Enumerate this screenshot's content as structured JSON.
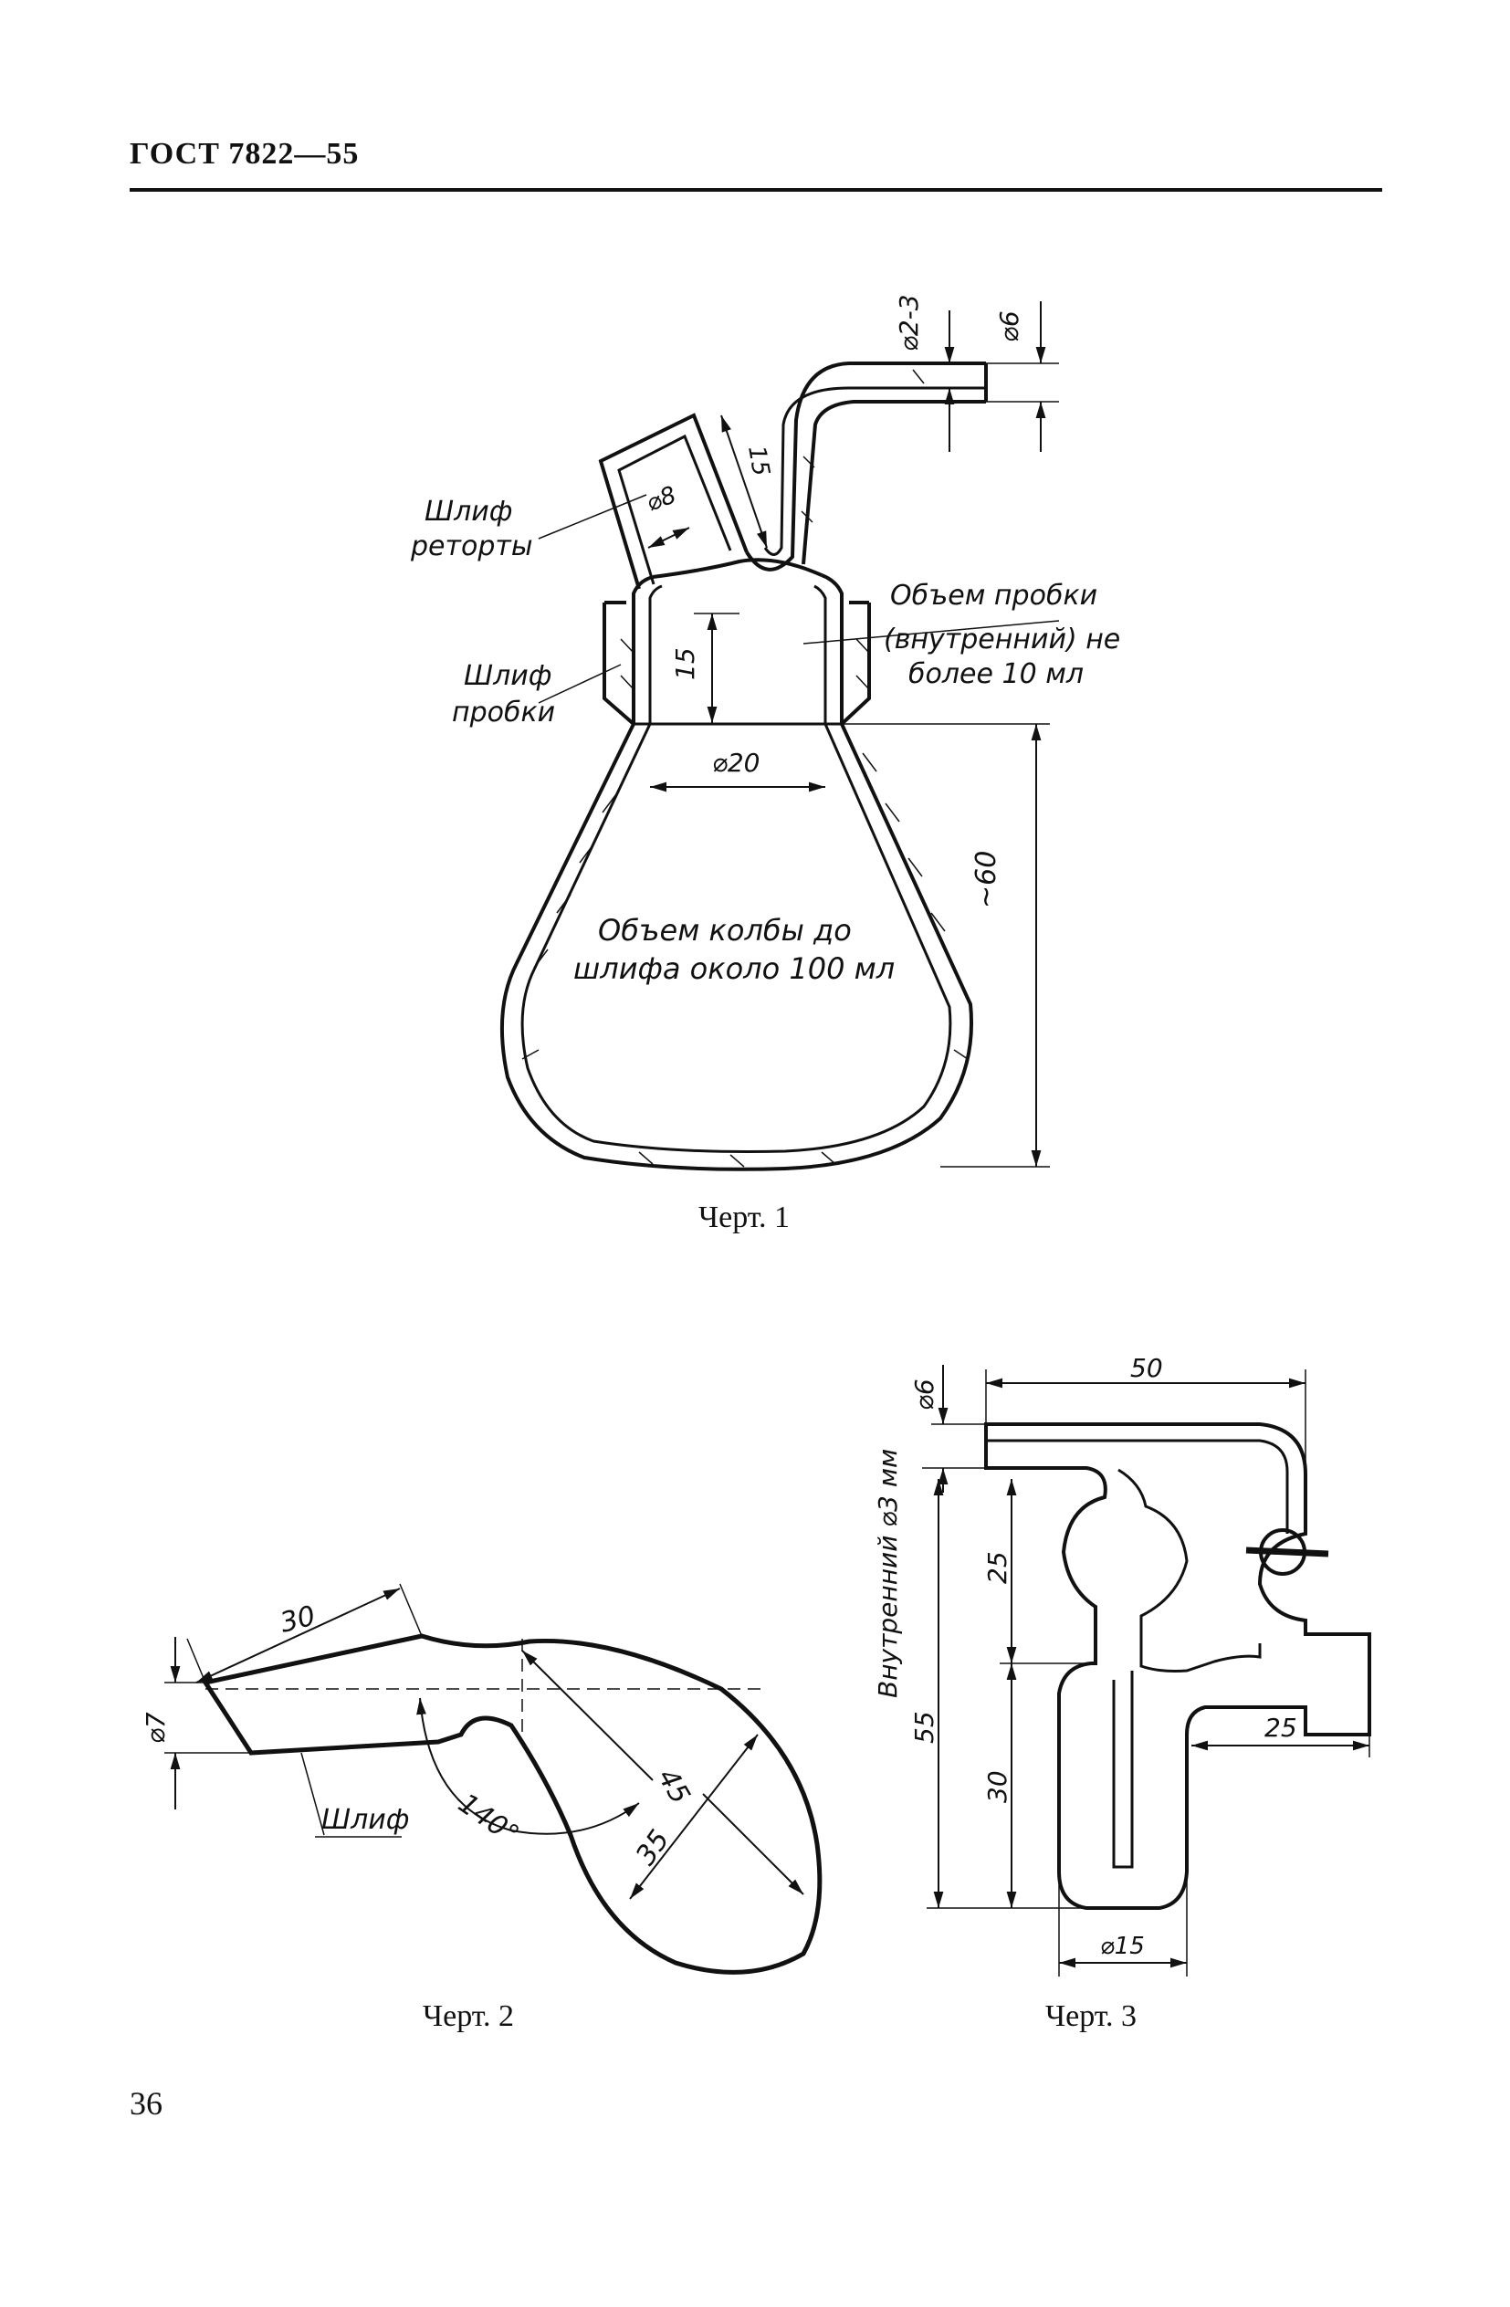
{
  "header": {
    "standard": "ГОСТ 7822—55"
  },
  "page_number": "36",
  "figure1": {
    "caption": "Черт. 1",
    "labels": {
      "retort_joint_line1": "Шлиф",
      "retort_joint_line2": "реторты",
      "stopper_joint_line1": "Шлиф",
      "stopper_joint_line2": "пробки",
      "stopper_volume_line1": "Объем пробки",
      "stopper_volume_line2": "(внутренний) не",
      "stopper_volume_line3": "более 10 мл",
      "flask_volume_line1": "Объем колбы до",
      "flask_volume_line2": "шлифа около 100 мл"
    },
    "dimensions": {
      "tube_inner": "⌀2-3",
      "tube_outer": "⌀6",
      "retort_length": "15",
      "retort_diameter": "⌀8",
      "neck_height": "15",
      "neck_diameter": "⌀20",
      "flask_height": "~60"
    }
  },
  "figure2": {
    "caption": "Черт. 2",
    "labels": {
      "joint": "Шлиф"
    },
    "dimensions": {
      "length": "30",
      "diameter": "⌀7",
      "diagonal": "45",
      "bulb": "35",
      "angle": "140°"
    }
  },
  "figure3": {
    "caption": "Черт. 3",
    "labels": {
      "inner_note": "Внутренний ⌀3 мм"
    },
    "dimensions": {
      "width": "50",
      "tube_diameter": "⌀6",
      "upper_height": "25",
      "total_height": "55",
      "lower_height": "30",
      "side_length": "25",
      "bulb_diameter": "⌀15"
    }
  }
}
